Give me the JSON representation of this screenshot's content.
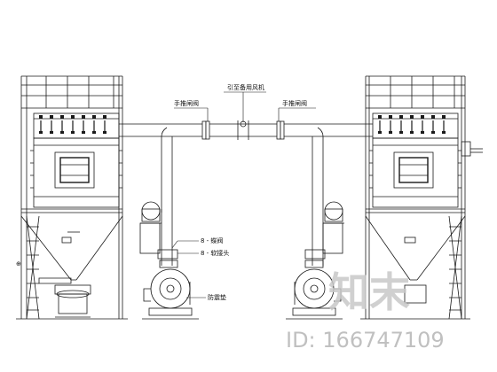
{
  "labels": {
    "backup_fan": "引至备用风机",
    "manual_gate_left": "手推闸阀",
    "manual_gate_right": "手推闸阀",
    "butterfly_valve": "8 - 蝶阀",
    "soft_joint": "8 - 软接头",
    "damping_pad": "防震垫"
  },
  "watermark": {
    "brand": "知末",
    "id_text": "ID: 166747109"
  },
  "colors": {
    "line": "#1a1a1a",
    "watermark": "#c8c8c8"
  }
}
